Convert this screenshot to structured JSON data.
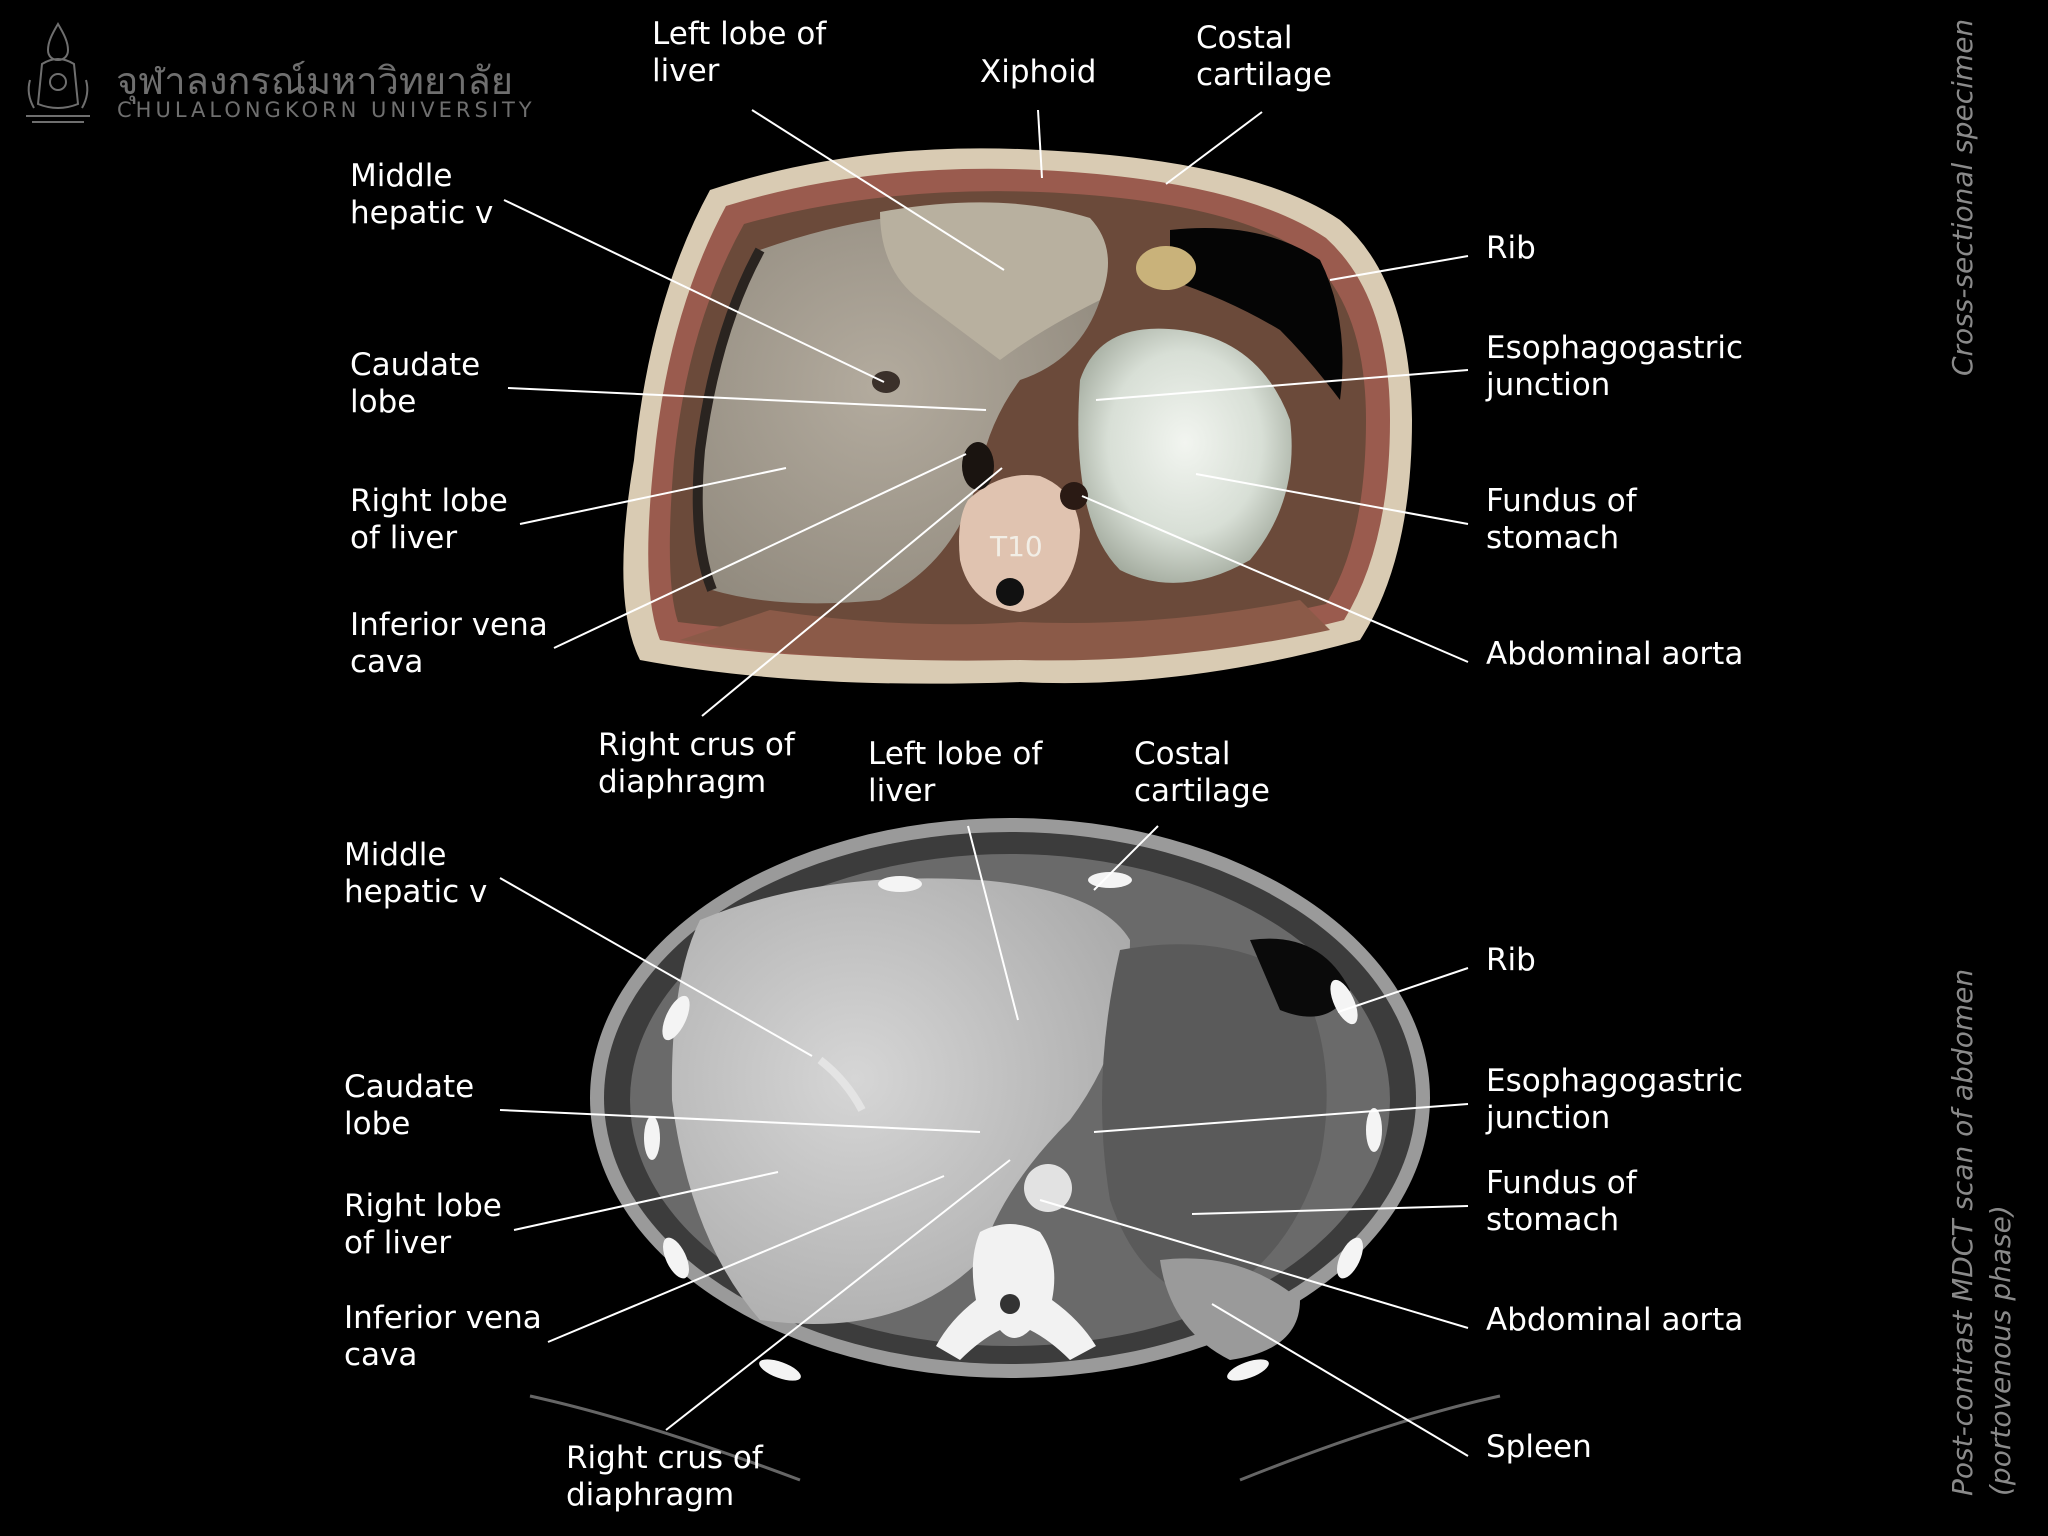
{
  "logo": {
    "thai": "จุฬาลงกรณ์มหาวิทยาลัย",
    "english": "CHULALONGKORN UNIVERSITY",
    "icon": "phra-kiao-crest-icon"
  },
  "side_titles": {
    "top": "Cross-sectional specimen",
    "bottom_line1": "Post-contrast MDCT scan of abdomen",
    "bottom_line2": "(portovenous phase)"
  },
  "specimen": {
    "vertebra_label": "T10",
    "labels": {
      "left_lobe": [
        "Left lobe of",
        "liver"
      ],
      "xiphoid": [
        "Xiphoid"
      ],
      "costal_cartilage": [
        "Costal",
        "cartilage"
      ],
      "middle_hepatic": [
        "Middle",
        "hepatic v"
      ],
      "rib": [
        "Rib"
      ],
      "caudate": [
        "Caudate",
        "lobe"
      ],
      "esophagogastric": [
        "Esophagogastric",
        "junction"
      ],
      "right_lobe": [
        "Right lobe",
        "of liver"
      ],
      "fundus": [
        "Fundus of",
        "stomach"
      ],
      "ivc": [
        "Inferior vena",
        "cava"
      ],
      "aorta": [
        "Abdominal aorta"
      ],
      "right_crus": [
        "Right crus of",
        "diaphragm"
      ]
    }
  },
  "ct": {
    "labels": {
      "left_lobe": [
        "Left lobe of",
        "liver"
      ],
      "costal_cartilage": [
        "Costal",
        "cartilage"
      ],
      "middle_hepatic": [
        "Middle",
        "hepatic v"
      ],
      "rib": [
        "Rib"
      ],
      "caudate": [
        "Caudate",
        "lobe"
      ],
      "esophagogastric": [
        "Esophagogastric",
        "junction"
      ],
      "right_lobe": [
        "Right lobe",
        "of liver"
      ],
      "fundus": [
        "Fundus of",
        "stomach"
      ],
      "ivc": [
        "Inferior vena",
        "cava"
      ],
      "aorta": [
        "Abdominal aorta"
      ],
      "right_crus": [
        "Right crus of",
        "diaphragm"
      ],
      "spleen": [
        "Spleen"
      ]
    }
  },
  "colors": {
    "background": "#000000",
    "label_text": "#ffffff",
    "leader_line": "#ffffff",
    "side_title": "#8a8a8a",
    "logo": "#6f6f6f",
    "specimen_liver": "#a9a194",
    "specimen_skin": "#d9cbb3",
    "specimen_muscle": "#9a5b4e",
    "stomach_fundus": "#dfe3dd",
    "ct_liver": "#c8c8c8",
    "ct_fat": "#3a3a3a",
    "ct_bone": "#f4f4f4"
  }
}
